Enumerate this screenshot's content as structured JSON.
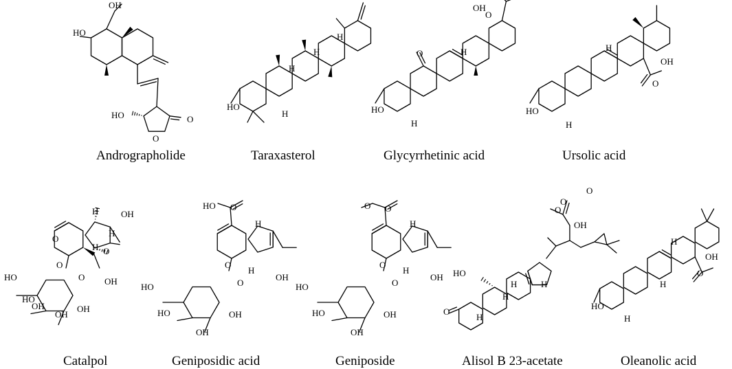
{
  "figure": {
    "compounds": [
      {
        "name": "Andrographolide",
        "atom_labels": [
          "OH",
          "HO",
          "HO",
          "O",
          "O"
        ]
      },
      {
        "name": "Taraxasterol",
        "atom_labels": [
          "HO",
          "H",
          "H",
          "H",
          "H"
        ]
      },
      {
        "name": "Glycyrrhetinic acid",
        "atom_labels": [
          "O",
          "OH",
          "O",
          "HO",
          "H",
          "H"
        ]
      },
      {
        "name": "Ursolic acid",
        "atom_labels": [
          "H",
          "OH",
          "O",
          "HO",
          "H"
        ]
      },
      {
        "name": "Catalpol",
        "atom_labels": [
          "OH",
          "H",
          "H",
          "H",
          "O",
          "O",
          "O",
          "O",
          "OH",
          "HO",
          "HO",
          "OH",
          "OH",
          "OH"
        ]
      },
      {
        "name": "Geniposidic acid",
        "atom_labels": [
          "HO",
          "O",
          "H",
          "O",
          "O",
          "H",
          "OH",
          "HO",
          "HO",
          "OH",
          "OH"
        ]
      },
      {
        "name": "Geniposide",
        "atom_labels": [
          "O",
          "O",
          "H",
          "O",
          "O",
          "H",
          "OH",
          "HO",
          "HO",
          "OH",
          "OH"
        ]
      },
      {
        "name": "Alisol B 23-acetate",
        "atom_labels": [
          "O",
          "O",
          "O",
          "OH",
          "HO",
          "H",
          "H",
          "H",
          "O",
          "H"
        ]
      },
      {
        "name": "Oleanolic acid",
        "atom_labels": [
          "H",
          "OH",
          "O",
          "HO",
          "H",
          "H"
        ]
      }
    ]
  }
}
